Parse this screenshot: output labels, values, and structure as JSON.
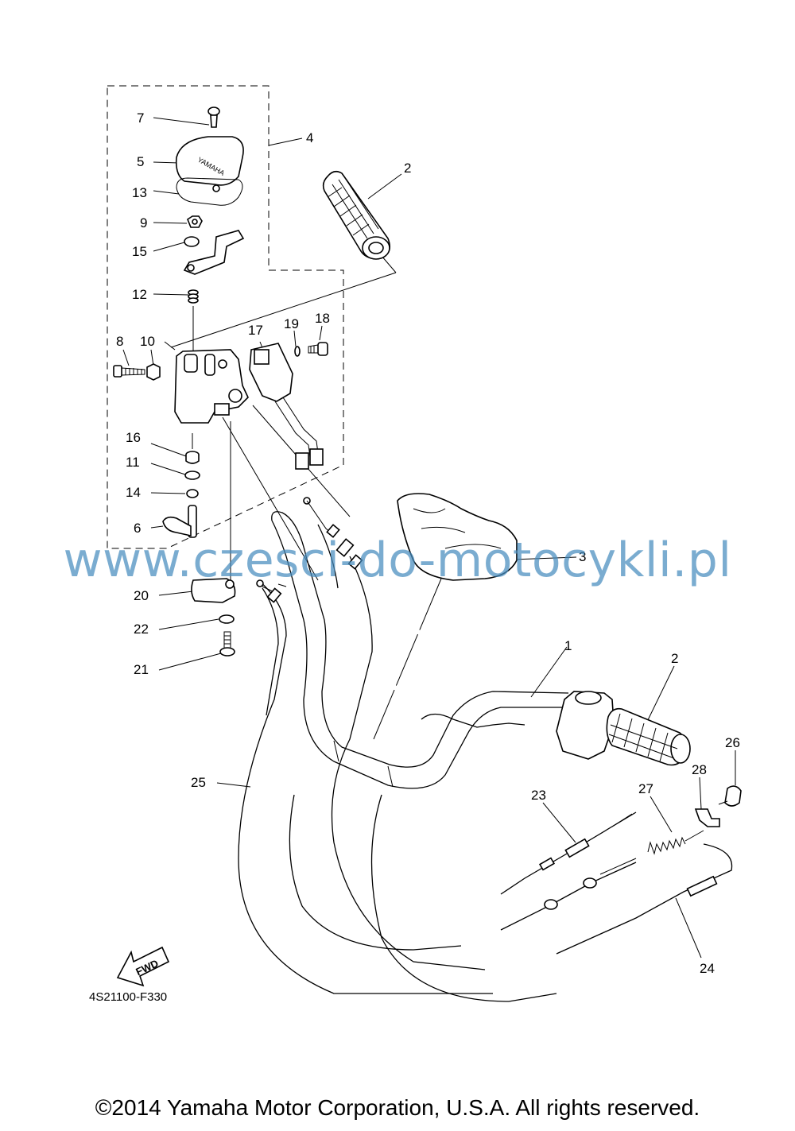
{
  "diagram": {
    "callouts": [
      {
        "id": "7",
        "text": "7"
      },
      {
        "id": "4",
        "text": "4"
      },
      {
        "id": "5",
        "text": "5"
      },
      {
        "id": "13",
        "text": "13"
      },
      {
        "id": "9",
        "text": "9"
      },
      {
        "id": "15",
        "text": "15"
      },
      {
        "id": "12",
        "text": "12"
      },
      {
        "id": "2a",
        "text": "2"
      },
      {
        "id": "17",
        "text": "17"
      },
      {
        "id": "19",
        "text": "19"
      },
      {
        "id": "18",
        "text": "18"
      },
      {
        "id": "8",
        "text": "8"
      },
      {
        "id": "10",
        "text": "10"
      },
      {
        "id": "16",
        "text": "16"
      },
      {
        "id": "11",
        "text": "11"
      },
      {
        "id": "14",
        "text": "14"
      },
      {
        "id": "6",
        "text": "6"
      },
      {
        "id": "3",
        "text": "3"
      },
      {
        "id": "20",
        "text": "20"
      },
      {
        "id": "22",
        "text": "22"
      },
      {
        "id": "21",
        "text": "21"
      },
      {
        "id": "1",
        "text": "1"
      },
      {
        "id": "2b",
        "text": "2"
      },
      {
        "id": "26",
        "text": "26"
      },
      {
        "id": "28",
        "text": "28"
      },
      {
        "id": "25",
        "text": "25"
      },
      {
        "id": "23",
        "text": "23"
      },
      {
        "id": "27",
        "text": "27"
      },
      {
        "id": "24",
        "text": "24"
      }
    ],
    "fwd_label": "FWD",
    "diagram_code": "4S21100-F330",
    "logo_text": "YAMAHA"
  },
  "watermark": "www.czesci-do-motocykli.pl",
  "copyright": "©2014 Yamaha Motor Corporation, U.S.A. All rights reserved."
}
